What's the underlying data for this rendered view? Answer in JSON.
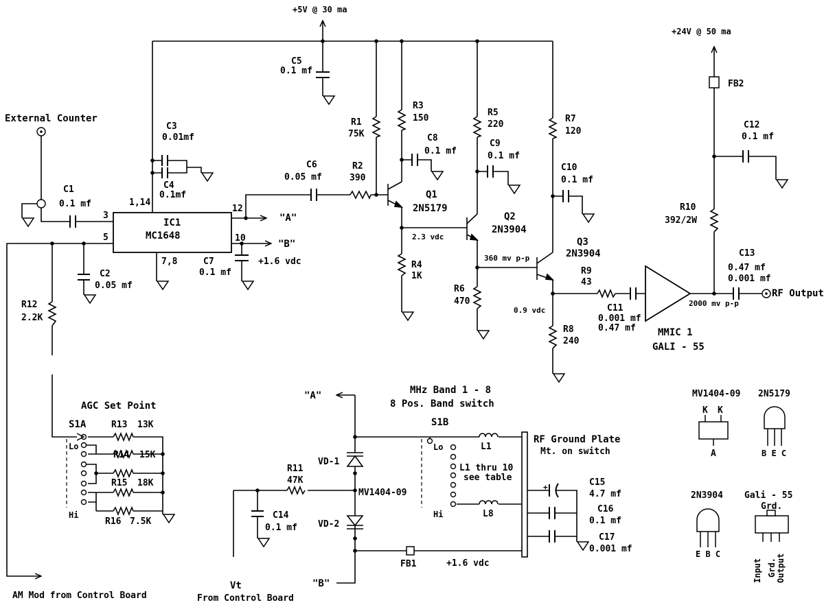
{
  "power": {
    "plus5": "+5V @ 30 ma",
    "plus24": "+24V @ 50 ma"
  },
  "ext_counter": "External Counter",
  "components": {
    "c1": [
      "C1",
      "0.1 mf"
    ],
    "c2": [
      "C2",
      "0.05 mf"
    ],
    "c3": [
      "C3",
      "0.01mf"
    ],
    "c4": [
      "C4",
      "0.1mf"
    ],
    "c5": [
      "C5",
      "0.1 mf"
    ],
    "c6": [
      "C6",
      "0.05 mf"
    ],
    "c7": [
      "C7",
      "0.1 mf"
    ],
    "c8": [
      "C8",
      "0.1 mf"
    ],
    "c9": [
      "C9",
      "0.1 mf"
    ],
    "c10": [
      "C10",
      "0.1 mf"
    ],
    "c11": [
      "C11",
      "0.001 mf",
      "0.47 mf"
    ],
    "c12": [
      "C12",
      "0.1 mf"
    ],
    "c13": [
      "C13",
      "0.47 mf",
      "0.001 mf"
    ],
    "c14": [
      "C14",
      "0.1 mf"
    ],
    "c15": [
      "C15",
      "4.7 mf"
    ],
    "c16": [
      "C16",
      "0.1 mf"
    ],
    "c17": [
      "C17",
      "0.001 mf"
    ],
    "r1": [
      "R1",
      "75K"
    ],
    "r2": [
      "R2",
      "390"
    ],
    "r3": [
      "R3",
      "150"
    ],
    "r4": [
      "R4",
      "1K"
    ],
    "r5": [
      "R5",
      "220"
    ],
    "r6": [
      "R6",
      "470"
    ],
    "r7": [
      "R7",
      "120"
    ],
    "r8": [
      "R8",
      "240"
    ],
    "r9": [
      "R9",
      "43"
    ],
    "r10": [
      "R10",
      "392/2W"
    ],
    "r11": [
      "R11",
      "47K"
    ],
    "r12": [
      "R12",
      "2.2K"
    ],
    "r13": [
      "R13",
      "13K"
    ],
    "r14": [
      "R14",
      "15K"
    ],
    "r15": [
      "R15",
      "18K"
    ],
    "r16": [
      "R16",
      "7.5K"
    ],
    "fb1": "FB1",
    "fb2": "FB2",
    "l1": "L1",
    "l8": "L8"
  },
  "ic1": {
    "name": "IC1",
    "part": "MC1648",
    "pins": {
      "p14": "1,14",
      "p3": "3",
      "p5": "5",
      "p12": "12",
      "p10": "10",
      "p78": "7,8"
    }
  },
  "transistors": {
    "q1": [
      "Q1",
      "2N5179"
    ],
    "q2": [
      "Q2",
      "2N3904"
    ],
    "q3": [
      "Q3",
      "2N3904"
    ]
  },
  "mmic": [
    "MMIC 1",
    "GALI - 55"
  ],
  "voltages": {
    "q2_base": "2.3 vdc",
    "q3_base": "360 mv p-p",
    "q3_emitter": "0.9 vdc",
    "rf_out": "2000 mv p-p",
    "c7_node": "+1.6 vdc",
    "fb1_node": "+1.6 vdc"
  },
  "nets": {
    "a": "\"A\"",
    "b": "\"B\"",
    "a2": "\"A\"",
    "b2": "\"B\""
  },
  "rf_output": "RF Output",
  "agc": {
    "title": "AGC Set Point",
    "switch": "S1A",
    "lo": "Lo",
    "hi": "Hi"
  },
  "band": {
    "title": "MHz Band 1 - 8",
    "subtitle": "8 Pos. Band switch",
    "switch": "S1B",
    "lo": "Lo",
    "hi": "Hi",
    "table_note_1": "L1 thru 10",
    "table_note_2": "see table"
  },
  "varactors": {
    "vd1": "VD-1",
    "vd2": "VD-2",
    "part": "MV1404-09"
  },
  "ground_plate": {
    "title": "RF Ground Plate",
    "sub": "Mt. on switch"
  },
  "inputs": {
    "am_mod": "AM Mod from Control Board",
    "vt": "Vt",
    "vt_sub": "From Control Board"
  },
  "pinouts": {
    "mv1404": {
      "title": "MV1404-09",
      "k1": "K",
      "k2": "K",
      "a": "A"
    },
    "n5179": {
      "title": "2N5179",
      "pins": "B E C"
    },
    "n3904": {
      "title": "2N3904",
      "pins": "E B C"
    },
    "gali": {
      "title": "Gali - 55",
      "grd_top": "Grd.",
      "input": "Input",
      "grd": "Grd.",
      "output": "Output"
    }
  }
}
